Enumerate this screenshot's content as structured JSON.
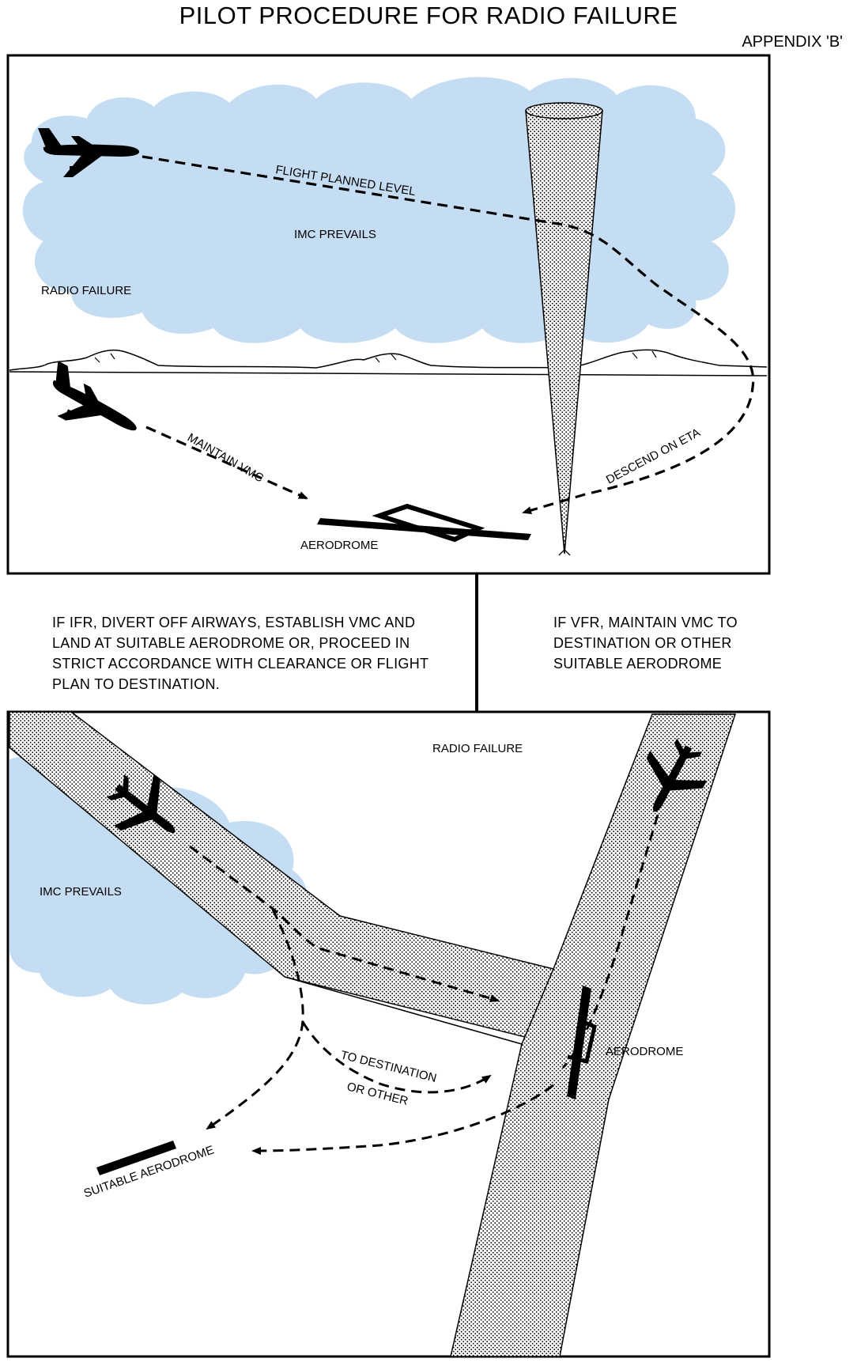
{
  "page": {
    "title": "PILOT PROCEDURE FOR RADIO FAILURE",
    "appendix": "APPENDIX 'B'"
  },
  "top_panel": {
    "label_imc": "IMC PREVAILS",
    "label_radio_failure": "RADIO FAILURE",
    "label_flight_level": "FLIGHT PLANNED LEVEL",
    "label_maintain_vmc": "MAINTAIN VMC",
    "label_descend": "DESCEND ON ETA",
    "label_aerodrome": "AERODROME"
  },
  "instructions": {
    "ifr": "IF IFR, DIVERT OFF AIRWAYS, ESTABLISH VMC AND LAND AT SUITABLE AERODROME OR, PROCEED IN STRICT ACCORDANCE WITH CLEARANCE OR FLIGHT PLAN TO DESTINATION.",
    "vfr": "IF VFR, MAINTAIN VMC TO DESTINATION OR OTHER SUITABLE AERODROME"
  },
  "bottom_panel": {
    "label_radio_failure": "RADIO FAILURE",
    "label_imc": "IMC PREVAILS",
    "label_destination_1": "TO DESTINATION",
    "label_destination_2": "OR OTHER",
    "label_aerodrome": "AERODROME",
    "label_suitable": "SUITABLE AERODROME"
  },
  "colors": {
    "cloud": "#c5ddf2",
    "ink": "#000000",
    "stipple": "#dcdcdc"
  }
}
